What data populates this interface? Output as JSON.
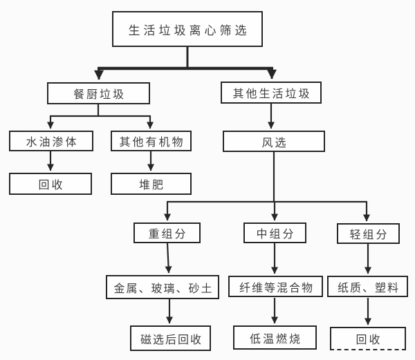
{
  "flowchart": {
    "nodes": {
      "root": "生活垃圾离心筛选",
      "kitchen_waste": "餐厨垃圾",
      "other_household_waste": "其他生活垃圾",
      "water_oil_permeate": "水油渗体",
      "other_organics": "其他有机物",
      "air_classification": "风选",
      "recycle_left": "回收",
      "compost": "堆肥",
      "heavy_fraction": "重组分",
      "middle_fraction": "中组分",
      "light_fraction": "轻组分",
      "metal_glass_sand": "金属、玻璃、砂土",
      "fiber_mixture": "纤维等混合物",
      "paper_plastic": "纸质、塑料",
      "magnetic_recycle": "磁选后回收",
      "low_temp_combustion": "低温燃烧",
      "recycle_right": "回收"
    },
    "edges": [
      {
        "from": "生活垃圾离心筛选",
        "to": "餐厨垃圾"
      },
      {
        "from": "生活垃圾离心筛选",
        "to": "其他生活垃圾"
      },
      {
        "from": "餐厨垃圾",
        "to": "水油渗体"
      },
      {
        "from": "餐厨垃圾",
        "to": "其他有机物"
      },
      {
        "from": "水油渗体",
        "to": "回收"
      },
      {
        "from": "其他有机物",
        "to": "堆肥"
      },
      {
        "from": "其他生活垃圾",
        "to": "风选"
      },
      {
        "from": "风选",
        "to": "重组分"
      },
      {
        "from": "风选",
        "to": "中组分"
      },
      {
        "from": "风选",
        "to": "轻组分"
      },
      {
        "from": "重组分",
        "to": "金属、玻璃、砂土"
      },
      {
        "from": "中组分",
        "to": "纤维等混合物"
      },
      {
        "from": "轻组分",
        "to": "纸质、塑料"
      },
      {
        "from": "金属、玻璃、砂土",
        "to": "磁选后回收"
      },
      {
        "from": "纤维等混合物",
        "to": "低温燃烧"
      },
      {
        "from": "纸质、塑料",
        "to": "回收"
      }
    ]
  },
  "colors": {
    "line": "#262626",
    "text": "#3e3e3e",
    "background": "#fbfbfb",
    "box_background": "#fefefe"
  }
}
